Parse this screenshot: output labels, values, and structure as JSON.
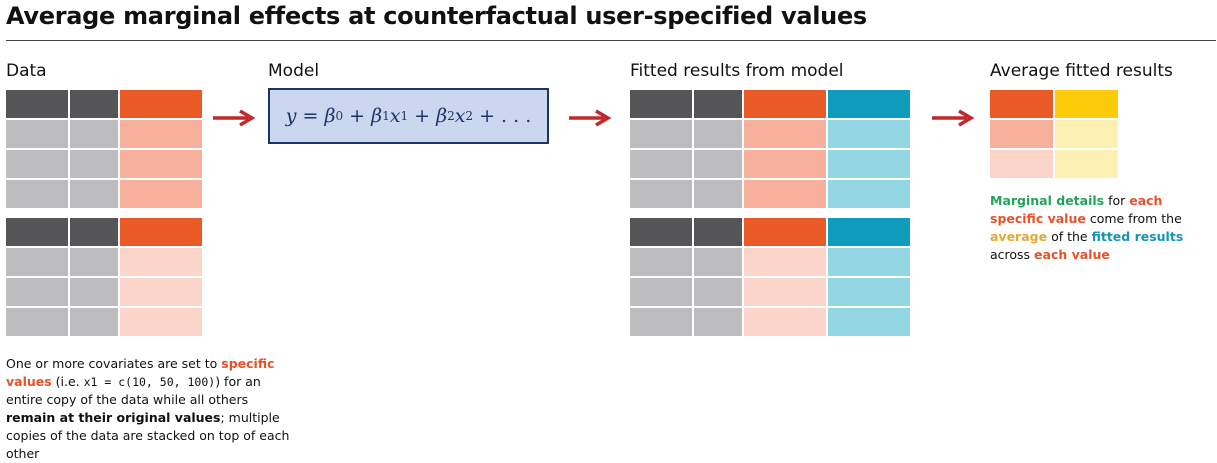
{
  "title": "Average marginal effects at counterfactual user-specified values",
  "headings": {
    "data": "Data",
    "model": "Model",
    "fitted": "Fitted results from model",
    "average": "Average fitted results"
  },
  "model": {
    "y": "y",
    "eq": " = ",
    "b0": "β",
    "b0_sub": "0",
    "plus1": " + ",
    "b1": "β",
    "b1_sub": "1",
    "x1": "x",
    "x1_sub": "1",
    "plus2": " + ",
    "b2": "β",
    "b2_sub": "2",
    "x2": "x",
    "x2_sub": "2",
    "tail": " + . . ."
  },
  "left_caption": {
    "p1": "One or more covariates are set to ",
    "specific": "specific values",
    "p2": " (i.e. ",
    "code": "x1 = c(10, 50, 100)",
    "p3": ") for an entire copy of the data while all others ",
    "remain": "remain at their original values",
    "p4": "; multiple copies of the data are stacked on top of each other"
  },
  "right_caption": {
    "marginal": "Marginal details",
    "p1": " for ",
    "each_specific": "each specific value",
    "p2": " come from the ",
    "average": "average",
    "p3": " of the ",
    "fitted": "fitted results",
    "p4": " across ",
    "each_value": "each value"
  },
  "colors": {
    "dark_gray": "#555557",
    "light_gray": "#bdbdbf",
    "orange": "#ea5a27",
    "orange_light": "#f7b09b",
    "orange_lighter": "#fbd5ca",
    "teal": "#0f9bbc",
    "teal_light": "#93d7e4",
    "yellow": "#fecb0b",
    "yellow_light": "#fef0b2",
    "model_fill": "#cbd7ef",
    "model_border": "#1d3566",
    "arrow": "#c2282a"
  },
  "icons": [
    "arrow-right-icon"
  ]
}
